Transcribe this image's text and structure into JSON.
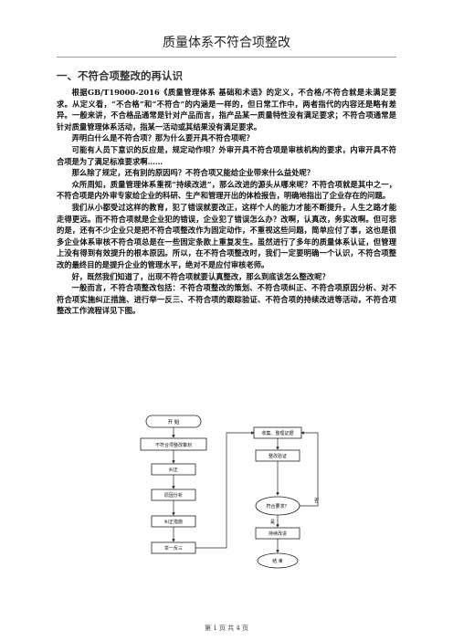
{
  "doc": {
    "title": "质量体系不符合项整改",
    "section_heading": "一、不符合项整改的再认识",
    "paragraphs": [
      "根据GB/T19000-2016《质量管理体系 基础和术语》的定义，不合格/不符合就是未满足要求。从定义看，“不合格”和“不符合”的内涵是一样的，但日常工作中，两者指代的内容还是略有差异。一般来讲，不合格品通常是针对产品而言，指产品某一质量特性没有满足要求；不符合项通常是针对质量管理体系活动，指某一活动或其结果没有满足要求。",
      "弄明白什么是不符合项？那为什么要开具不符合项呢？",
      "可能有人员下意识的反应是，规定动作呗？外审开具不符合项是审核机构的要求，内审开具不符合项是为了满足标准要求啊……",
      "那么除了规定，还有别的原因吗？不符合项又能给企业带来什么益处呢？",
      "众所周知，质量管理体系重视“持续改进”，那么改进的源头从哪来呢？不符合项就是其中之一，不符合项是内外审专家给企业的科研、生产和管理开出的体检报告，明确地指出了企业存在的问题。",
      "我们从小都受过这样的教育，犯了错误就要改正，这样个人的能力才能不断提升，人生之路才能走得更远。而不符合项就是企业犯的错误，企业犯了错误怎么办？改啊，认真改，务实改啊。但可悲的是，还有不少企业只是把不符合项整改作为固定动作，不重视这些问题，简单应付了事，这也是很多企业体系审核不符合项总是在一些固定条款上重复发生。虽然进行了多年的质量体系认证，但管理上没有得到有效提升的根本原因。所以，在不符合项整改时，我们一定要明确一个认识，不符合项整改的最终目的是提升企业的管理水平，绝对不是应付审核老师。",
      "好，既然我们知道了，出现不符合项就要认真整改，那么到底该怎么整改呢？",
      "一般而言，不符合项整改包括：不符合项整改的策划、不符合项纠正、不符合项原因分析、对不符合项实施纠正措施、进行举一反三、不符合项的跟踪验证、不符合项的持续改进等活动，不符合项整改工作流程详见下图。"
    ],
    "footer": "第 1 页 共 4 页"
  },
  "flowchart": {
    "start": "开 始",
    "plan": "不符合项整改策划",
    "correct": "纠正",
    "cause": "原因分析",
    "measure": "纠正措施",
    "extend": "举一反三",
    "collect": "收集、整理证据",
    "verify": "整改验证",
    "decision": "符合要求？",
    "no": "否",
    "yes": "是",
    "improve": "持续改进",
    "end": "结 束"
  }
}
